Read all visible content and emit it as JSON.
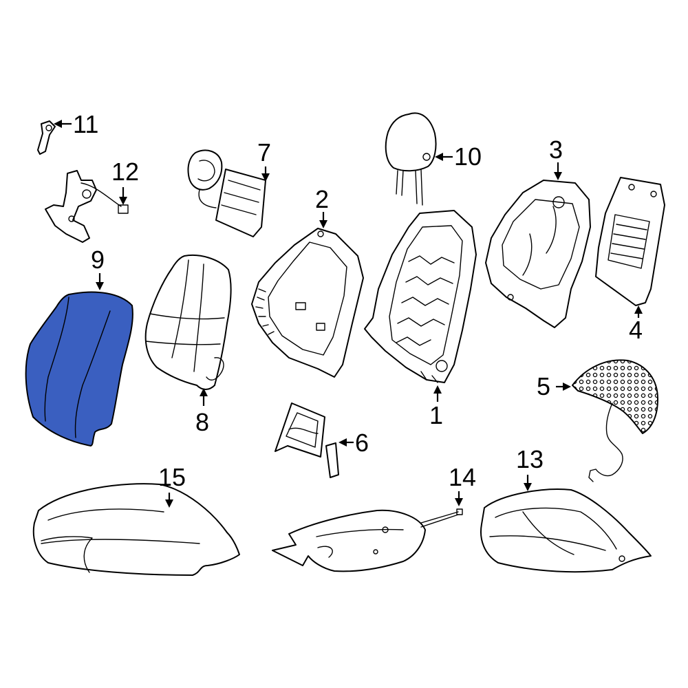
{
  "colors": {
    "highlight": "#3a5fc0",
    "line": "#000000",
    "background": "#ffffff"
  },
  "highlighted_part": "9",
  "callouts": {
    "c1": "1",
    "c2": "2",
    "c3": "3",
    "c4": "4",
    "c5": "5",
    "c6": "6",
    "c7": "7",
    "c8": "8",
    "c9": "9",
    "c10": "10",
    "c11": "11",
    "c12": "12",
    "c13": "13",
    "c14": "14",
    "c15": "15"
  }
}
